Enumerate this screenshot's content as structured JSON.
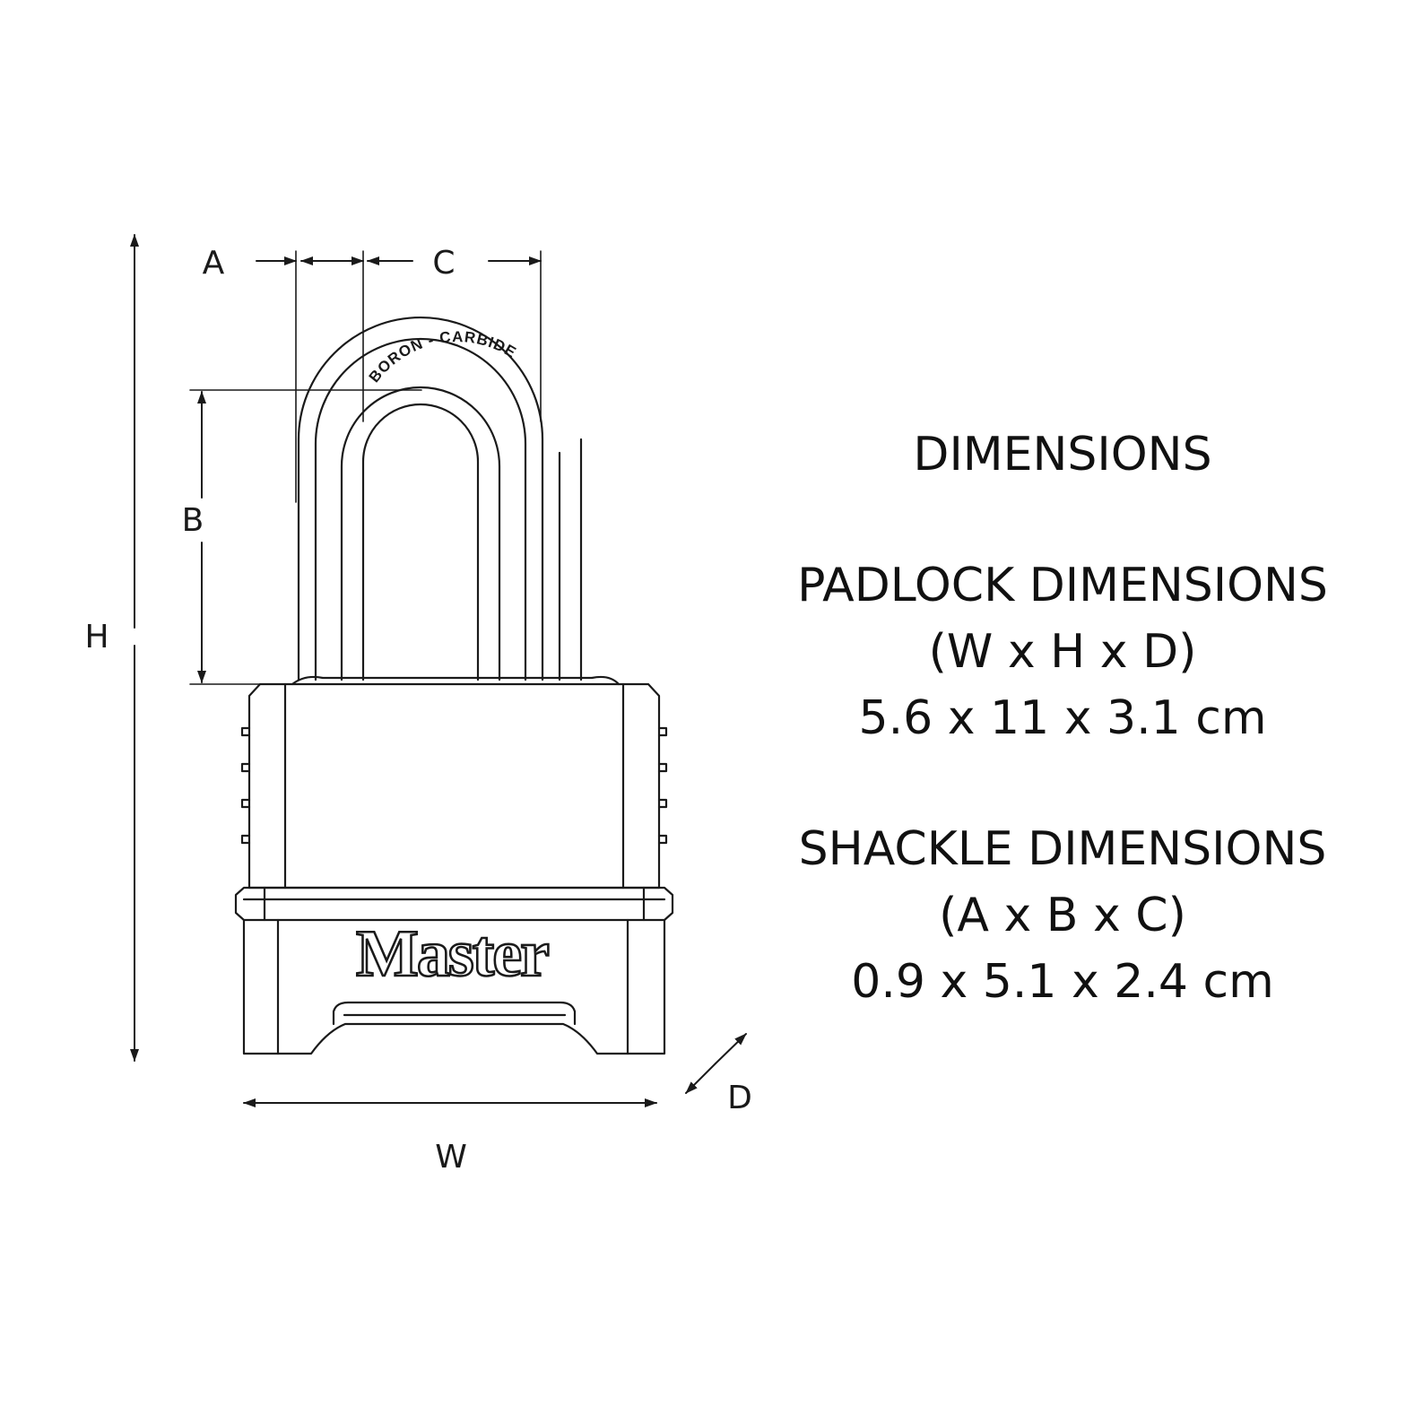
{
  "diagram": {
    "labels": {
      "A": "A",
      "B": "B",
      "C": "C",
      "H": "H",
      "W": "W",
      "D": "D"
    },
    "shackle_engraving": "BORON - CARBIDE",
    "brand": "Master"
  },
  "dimensions": {
    "title": "DIMENSIONS",
    "padlock": {
      "heading": "PADLOCK DIMENSIONS",
      "format": "(W x H x D)",
      "value": "5.6 x 11 x 3.1 cm"
    },
    "shackle": {
      "heading": "SHACKLE DIMENSIONS",
      "format": "(A x B x C)",
      "value": "0.9 x 5.1 x 2.4 cm"
    }
  },
  "colors": {
    "line": "#1a1a1a",
    "background": "#ffffff"
  }
}
